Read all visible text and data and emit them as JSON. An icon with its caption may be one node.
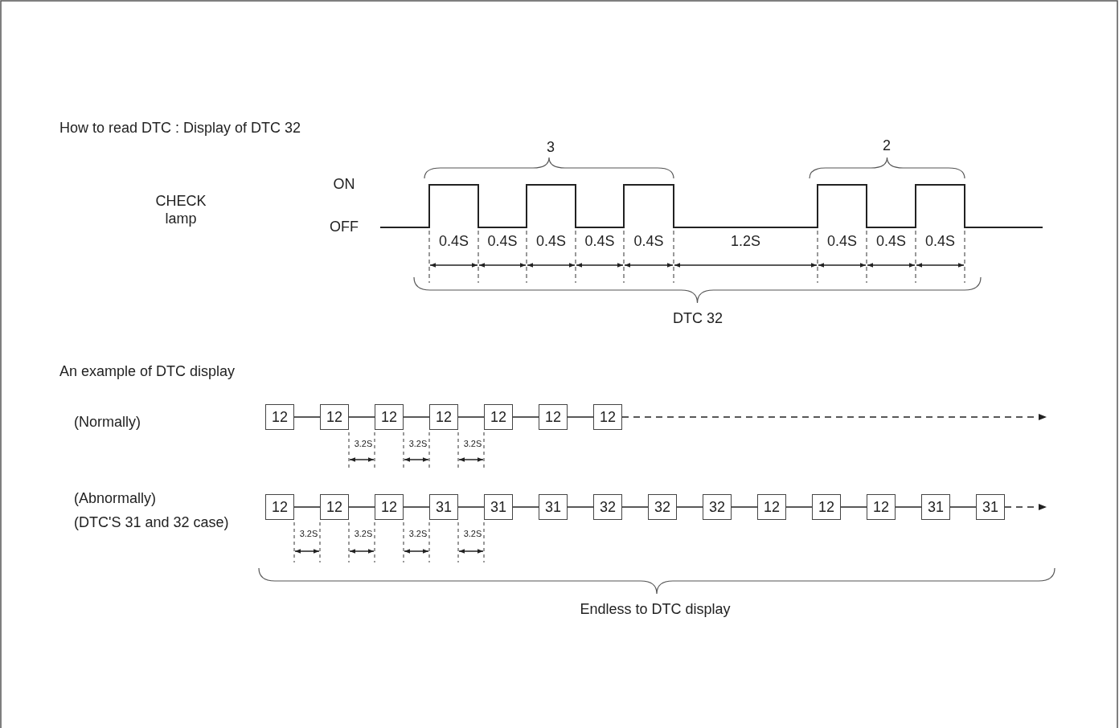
{
  "diagram": {
    "nodes": [
      {
        "text": [
          "12"
        ]
      },
      {
        "text": [
          "12"
        ]
      },
      {
        "text": [
          "12"
        ]
      },
      {
        "text": [
          "12"
        ]
      },
      {
        "text": [
          "12"
        ]
      },
      {
        "text": [
          "12"
        ]
      },
      {
        "text": [
          "12"
        ]
      },
      {
        "text": [
          "12"
        ]
      },
      {
        "text": [
          "12"
        ]
      },
      {
        "text": [
          "12"
        ]
      },
      {
        "text": [
          "31"
        ]
      },
      {
        "text": [
          "31"
        ]
      },
      {
        "text": [
          "31"
        ]
      },
      {
        "text": [
          "32"
        ]
      },
      {
        "text": [
          "32"
        ]
      },
      {
        "text": [
          "32"
        ]
      },
      {
        "text": [
          "12"
        ]
      },
      {
        "text": [
          "12"
        ]
      },
      {
        "text": [
          "12"
        ]
      },
      {
        "text": [
          "31"
        ]
      },
      {
        "text": [
          "31"
        ]
      }
    ],
    "edges": [
      {
        "from": 0,
        "to": 1,
        "arrow": "none"
      },
      {
        "from": 1,
        "to": 2,
        "arrow": "none"
      },
      {
        "from": 2,
        "to": 3,
        "arrow": "none"
      },
      {
        "from": 3,
        "to": 4,
        "arrow": "none"
      },
      {
        "from": 4,
        "to": 5,
        "arrow": "none"
      },
      {
        "from": 5,
        "to": 6,
        "arrow": "none"
      },
      {
        "from": 6,
        "to": null,
        "arrow": "to",
        "style": "dashed"
      },
      {
        "from": 7,
        "to": 8,
        "arrow": "none"
      },
      {
        "from": 8,
        "to": 9,
        "arrow": "none"
      },
      {
        "from": 9,
        "to": 10,
        "arrow": "none"
      },
      {
        "from": 10,
        "to": 11,
        "arrow": "none"
      },
      {
        "from": 11,
        "to": 12,
        "arrow": "none"
      },
      {
        "from": 12,
        "to": 13,
        "arrow": "none"
      },
      {
        "from": 13,
        "to": 14,
        "arrow": "none"
      },
      {
        "from": 14,
        "to": 15,
        "arrow": "none"
      },
      {
        "from": 15,
        "to": 16,
        "arrow": "none"
      },
      {
        "from": 16,
        "to": 17,
        "arrow": "none"
      },
      {
        "from": 17,
        "to": 18,
        "arrow": "none"
      },
      {
        "from": 18,
        "to": 19,
        "arrow": "none"
      },
      {
        "from": 19,
        "to": 20,
        "arrow": "none"
      },
      {
        "from": 20,
        "to": null,
        "arrow": "to",
        "style": "dashed"
      }
    ],
    "labels": [
      "How to read DTC : Display of DTC 32",
      "3",
      "2",
      "ON",
      "CHECK lamp",
      "OFF",
      "0.4S",
      "0.4S",
      "0.4S",
      "0.4S",
      "0.4S",
      "1.2S",
      "0.4S",
      "0.4S",
      "0.4S",
      "DTC 32",
      "An example of DTC display",
      "(Normally)",
      "3.2S",
      "3.2S",
      "3.2S",
      "(Abnormally)",
      "(DTC'S 31 and 32 case)",
      "3.2S",
      "3.2S",
      "3.2S",
      "3.2S",
      "Endless to DTC display"
    ]
  }
}
